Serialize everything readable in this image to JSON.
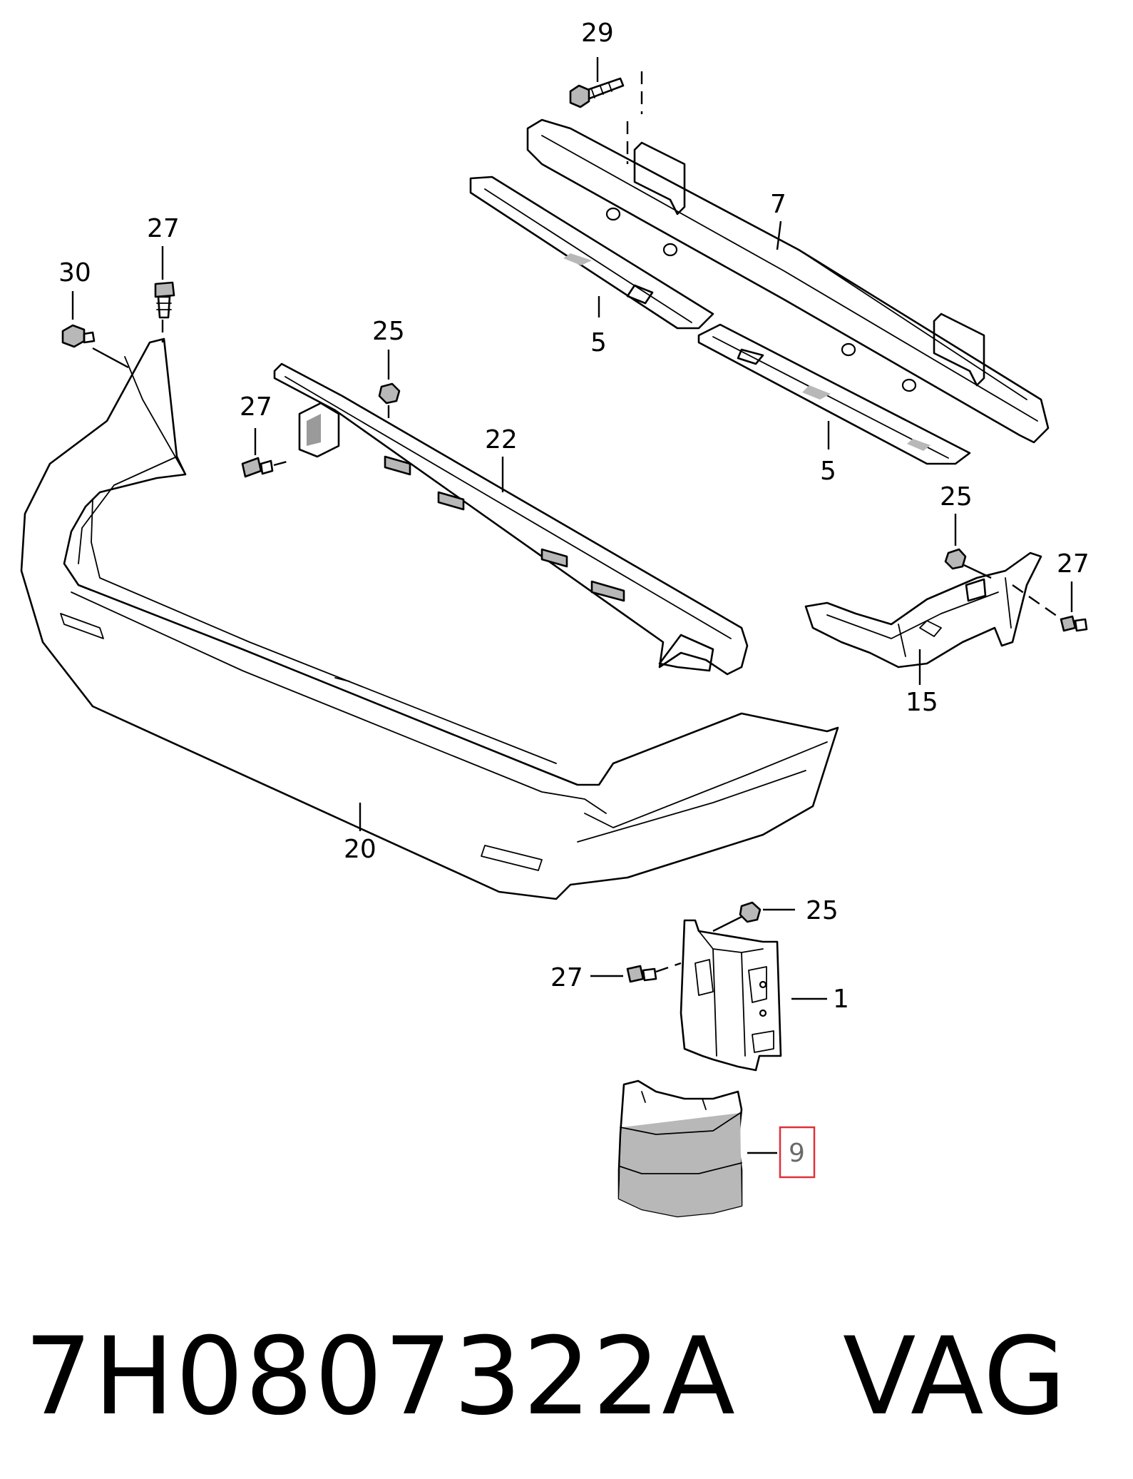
{
  "callouts": {
    "c29": "29",
    "c7": "7",
    "c5a": "5",
    "c5b": "5",
    "c27a": "27",
    "c30": "30",
    "c25a": "25",
    "c27b": "27",
    "c22": "22",
    "c25b": "25",
    "c27c": "27",
    "c15": "15",
    "c20": "20",
    "c25c": "25",
    "c27d": "27",
    "c1": "1",
    "c9": "9"
  },
  "highlighted_callout": "9",
  "highlight_color": "#e0303a",
  "caption": {
    "part_number": "7H0807322A",
    "brand": "VAG"
  }
}
